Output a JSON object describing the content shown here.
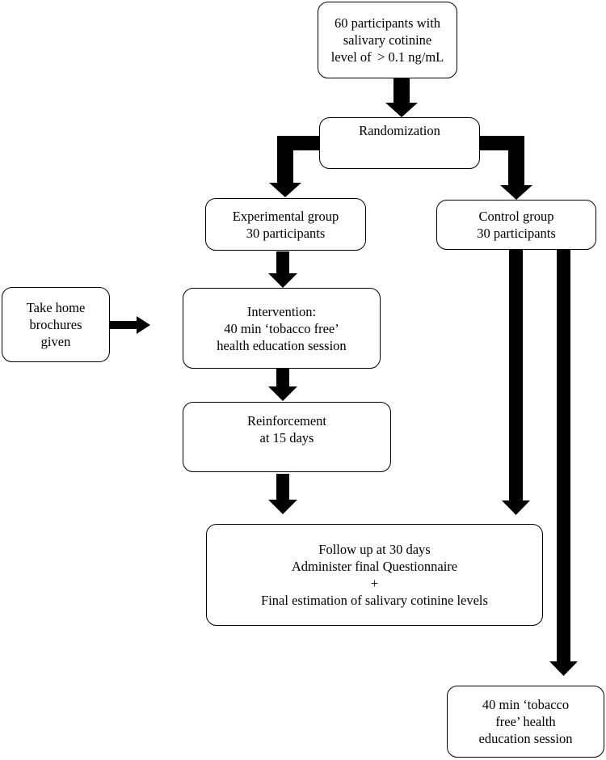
{
  "nodes": {
    "participants": {
      "lines": [
        "60 participants with",
        "salivary cotinine",
        "level of  > 0.1 ng/mL"
      ]
    },
    "randomization": {
      "lines": [
        "Randomization"
      ]
    },
    "experimental": {
      "lines": [
        "Experimental group",
        "30 participants"
      ]
    },
    "control": {
      "lines": [
        "Control group",
        "30 participants"
      ]
    },
    "brochures": {
      "lines": [
        "Take home",
        "brochures",
        "given"
      ]
    },
    "intervention": {
      "lines": [
        "Intervention:",
        "40 min ‘tobacco free’",
        "health education session"
      ]
    },
    "reinforcement": {
      "lines": [
        "Reinforcement",
        "at 15 days"
      ]
    },
    "followup": {
      "lines": [
        "Follow up at 30 days",
        "Administer final Questionnaire",
        "+",
        "Final estimation of salivary cotinine levels"
      ]
    },
    "control_session": {
      "lines": [
        "40 min ‘tobacco",
        "free’ health",
        "education session"
      ]
    }
  }
}
